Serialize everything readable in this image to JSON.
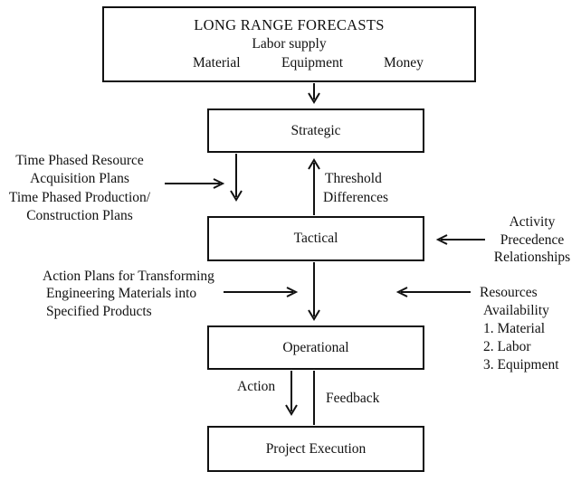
{
  "boxes": {
    "long_range": {
      "title": "LONG RANGE FORECASTS",
      "line2": "Labor supply",
      "items": [
        "Material",
        "Equipment",
        "Money"
      ]
    },
    "strategic": "Strategic",
    "tactical": "Tactical",
    "operational": "Operational",
    "execution": "Project Execution"
  },
  "labels": {
    "resource_plans": [
      "Time Phased Resource",
      "Acquisition Plans",
      "Time Phased Production/",
      "Construction Plans"
    ],
    "threshold": [
      "Threshold",
      "Differences"
    ],
    "activity": [
      "Activity",
      "Precedence",
      "Relationships"
    ],
    "action_plans": [
      "Action Plans for Transforming",
      "Engineering Materials into",
      "Specified Products"
    ],
    "resources": [
      "Resources",
      "Availability",
      "1. Material",
      "2. Labor",
      "3. Equipment"
    ],
    "action": "Action",
    "feedback": "Feedback"
  }
}
